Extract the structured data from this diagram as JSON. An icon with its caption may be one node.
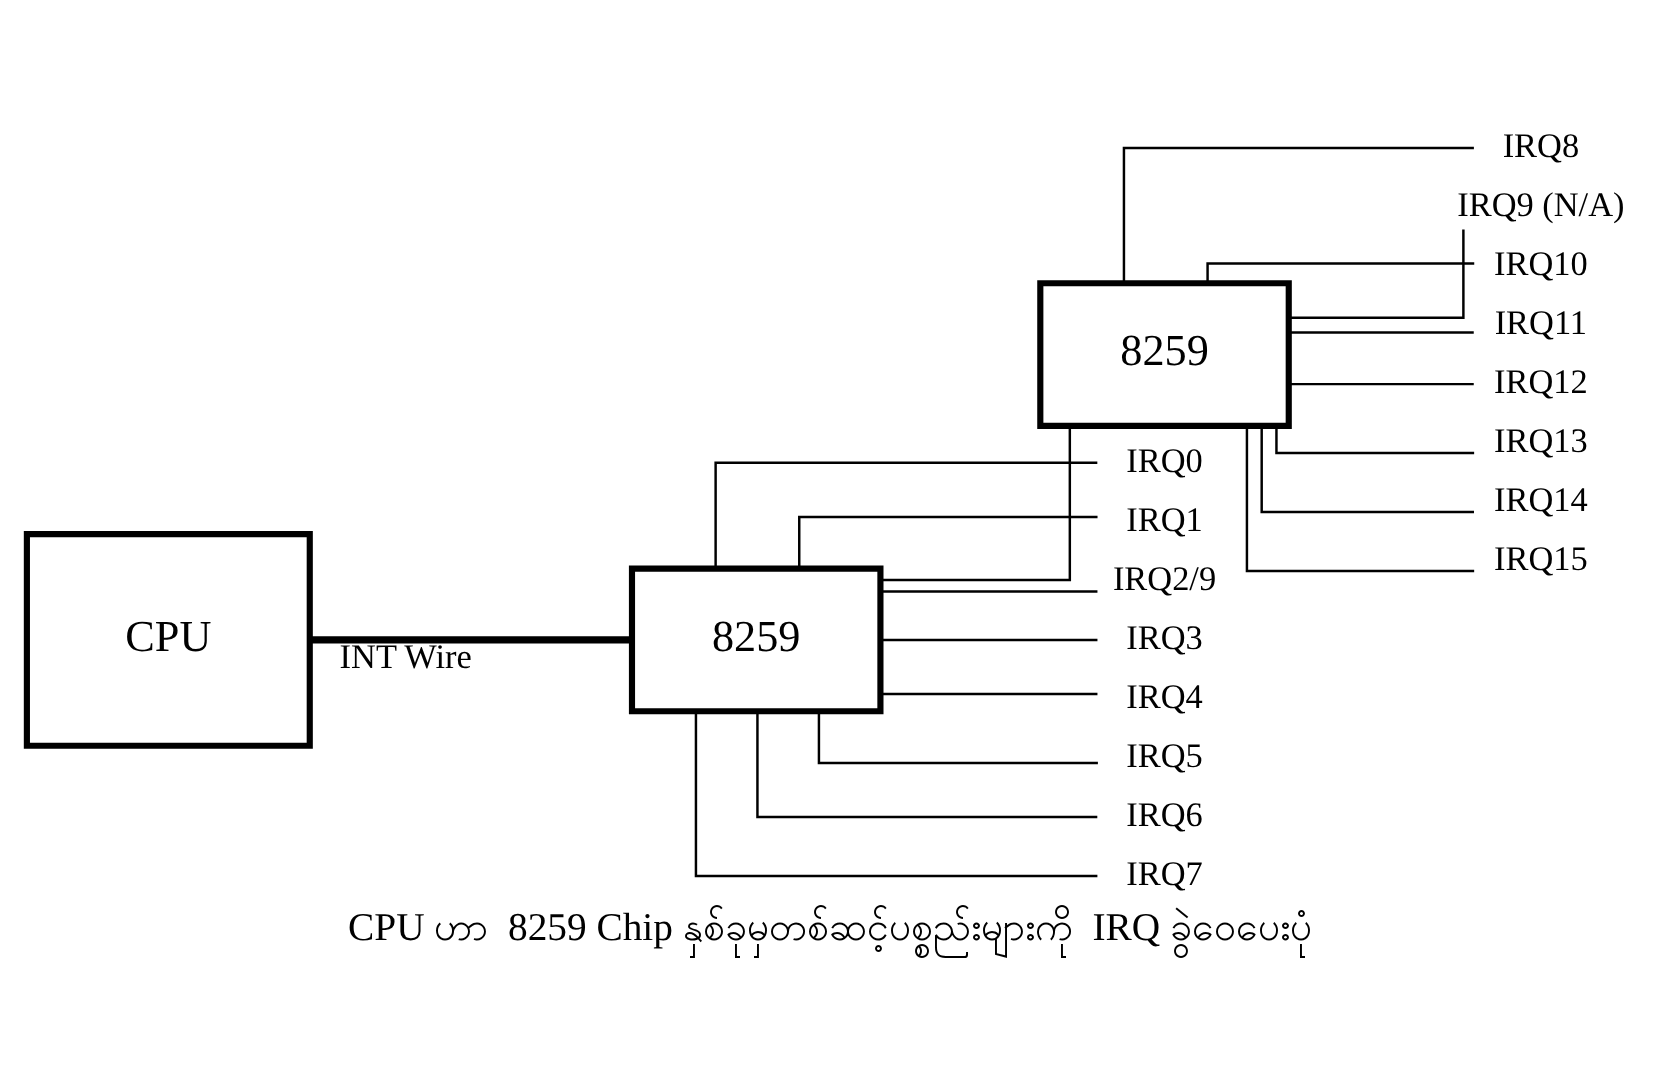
{
  "diagram": {
    "caption": "CPU ဟာ  8259 Chip နှစ်ခုမှတစ်ဆင့်ပစ္စည်းများကို  IRQ ခွဲဝေပေးပုံ",
    "nodes": [
      {
        "text": [
          "CPU"
        ]
      },
      {
        "text": [
          "8259"
        ]
      },
      {
        "text": [
          "8259"
        ]
      },
      {
        "text": [
          "IRQ0"
        ]
      },
      {
        "text": [
          "IRQ1"
        ]
      },
      {
        "text": [
          "IRQ2/9"
        ]
      },
      {
        "text": [
          "IRQ3"
        ]
      },
      {
        "text": [
          "IRQ4"
        ]
      },
      {
        "text": [
          "IRQ5"
        ]
      },
      {
        "text": [
          "IRQ6"
        ]
      },
      {
        "text": [
          "IRQ7"
        ]
      },
      {
        "text": [
          "IRQ8"
        ]
      },
      {
        "text": [
          "IRQ9 (N/A)"
        ]
      },
      {
        "text": [
          "IRQ10"
        ]
      },
      {
        "text": [
          "IRQ11"
        ]
      },
      {
        "text": [
          "IRQ12"
        ]
      },
      {
        "text": [
          "IRQ13"
        ]
      },
      {
        "text": [
          "IRQ14"
        ]
      },
      {
        "text": [
          "IRQ15"
        ]
      }
    ],
    "edges": [
      {
        "from": 0,
        "to": 1,
        "arrow": "none",
        "label": "INT Wire",
        "style": "thick"
      },
      {
        "from": 1,
        "to": 2,
        "arrow": "none"
      },
      {
        "from": 1,
        "to": 3,
        "arrow": "none"
      },
      {
        "from": 1,
        "to": 4,
        "arrow": "none"
      },
      {
        "from": 1,
        "to": 5,
        "arrow": "none"
      },
      {
        "from": 1,
        "to": 6,
        "arrow": "none"
      },
      {
        "from": 1,
        "to": 7,
        "arrow": "none"
      },
      {
        "from": 1,
        "to": 8,
        "arrow": "none"
      },
      {
        "from": 1,
        "to": 9,
        "arrow": "none"
      },
      {
        "from": 1,
        "to": 10,
        "arrow": "none"
      },
      {
        "from": 2,
        "to": 11,
        "arrow": "none"
      },
      {
        "from": 2,
        "to": 12,
        "arrow": "none"
      },
      {
        "from": 2,
        "to": 13,
        "arrow": "none"
      },
      {
        "from": 2,
        "to": 14,
        "arrow": "none"
      },
      {
        "from": 2,
        "to": 15,
        "arrow": "none"
      },
      {
        "from": 2,
        "to": 16,
        "arrow": "none"
      },
      {
        "from": 2,
        "to": 17,
        "arrow": "none"
      },
      {
        "from": 2,
        "to": 18,
        "arrow": "none"
      }
    ]
  }
}
